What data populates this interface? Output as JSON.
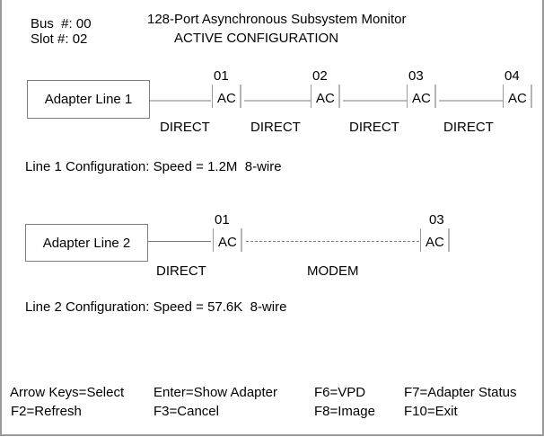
{
  "header": {
    "bus_label": "Bus  #: 00",
    "slot_label": "Slot #: 02",
    "title": "128-Port Asynchronous Subsystem Monitor",
    "subtitle": "ACTIVE CONFIGURATION"
  },
  "line1": {
    "adapter_label": "Adapter Line 1",
    "ports": [
      {
        "number": "01",
        "status": "AC"
      },
      {
        "number": "02",
        "status": "AC"
      },
      {
        "number": "03",
        "status": "AC"
      },
      {
        "number": "04",
        "status": "AC"
      }
    ],
    "connections": [
      "DIRECT",
      "DIRECT",
      "DIRECT",
      "DIRECT"
    ],
    "configuration": "Line 1 Configuration: Speed = 1.2M  8-wire"
  },
  "line2": {
    "adapter_label": "Adapter Line 2",
    "ports": [
      {
        "number": "01",
        "status": "AC"
      },
      {
        "number": "03",
        "status": "AC"
      }
    ],
    "connections": [
      "DIRECT",
      "MODEM"
    ],
    "configuration": "Line 2 Configuration: Speed = 57.6K  8-wire"
  },
  "function_keys": {
    "arrow_keys": "Arrow Keys=Select",
    "enter": "Enter=Show Adapter",
    "f6": "F6=VPD",
    "f7": "F7=Adapter Status",
    "f2": "F2=Refresh",
    "f3": "F3=Cancel",
    "f8": "F8=Image",
    "f10": "F10=Exit"
  }
}
